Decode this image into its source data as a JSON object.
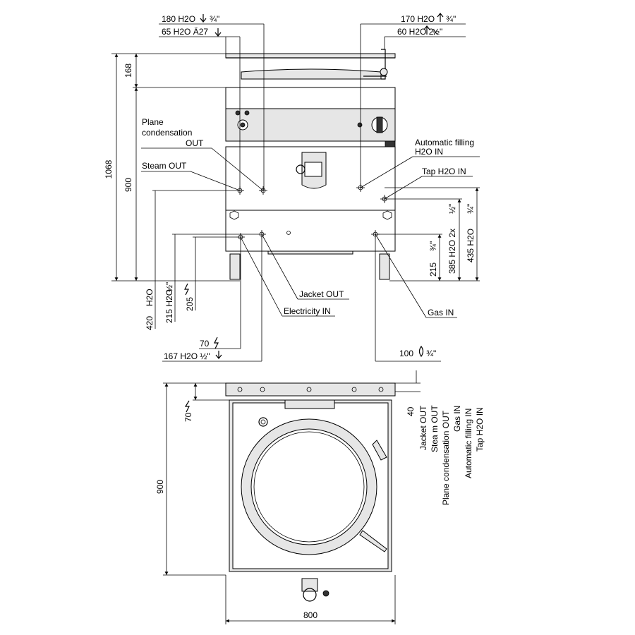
{
  "front_view": {
    "dimensions": {
      "top_left_1": "180 H2O",
      "top_left_1_size": "¾\"",
      "top_left_2": "65 H2O Ä27",
      "top_right_1": "170 H2O",
      "top_right_1_size": "¾\"",
      "top_right_2": "60 H2O 2x",
      "top_right_2_size": "½\"",
      "height_total": "1068",
      "height_lid": "168",
      "height_body": "900",
      "right_1": "435 H2O",
      "right_1_size": "¾\"",
      "right_2": "385 H2O 2x",
      "right_2_size": "½\"",
      "right_3": "215",
      "right_3_size": "¾\"",
      "bottom_1": "420",
      "bottom_1_b": "H2O",
      "bottom_2": "215 H2O",
      "bottom_2_size": "½\"",
      "bottom_3": "205",
      "bottom_electric_1": "70",
      "bottom_electric_2": "167 H2O ½\"",
      "bottom_gas": "100",
      "bottom_gas_size": "¾\""
    },
    "callouts": {
      "plane_condensation_line1": "Plane",
      "plane_condensation_line2": "condensation",
      "plane_condensation_line3": "OUT",
      "steam_out": "Steam OUT",
      "automatic_filling_line1": "Automatic filling",
      "automatic_filling_line2": "H2O IN",
      "tap_h2o_in": "Tap H2O IN",
      "jacket_out": "Jacket OUT",
      "electricity_in": "Electricity IN",
      "gas_in": "Gas IN"
    }
  },
  "top_view": {
    "dimensions": {
      "depth": "900",
      "width": "800",
      "offset_top": "40",
      "electric": "70"
    },
    "legend": [
      "Jacket OUT",
      "Stea m OUT",
      "Plane condensation OUT",
      "Gas IN",
      "Automatic filling IN",
      "Tap H2O IN"
    ]
  }
}
